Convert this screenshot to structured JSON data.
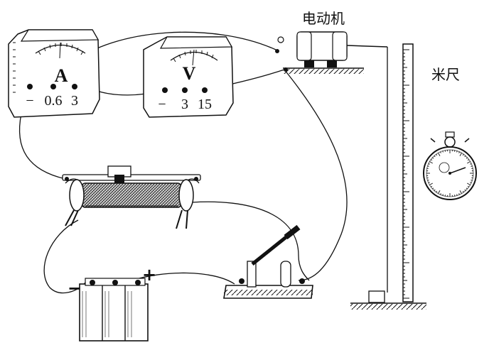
{
  "labels": {
    "motor": "电动机",
    "meter_stick": "米尺"
  },
  "ammeter": {
    "symbol": "A",
    "terminals": [
      "−",
      "0.6",
      "3"
    ]
  },
  "voltmeter": {
    "symbol": "V",
    "terminals": [
      "−",
      "3",
      "15"
    ]
  },
  "battery": {
    "negative": "−",
    "positive": "+"
  }
}
